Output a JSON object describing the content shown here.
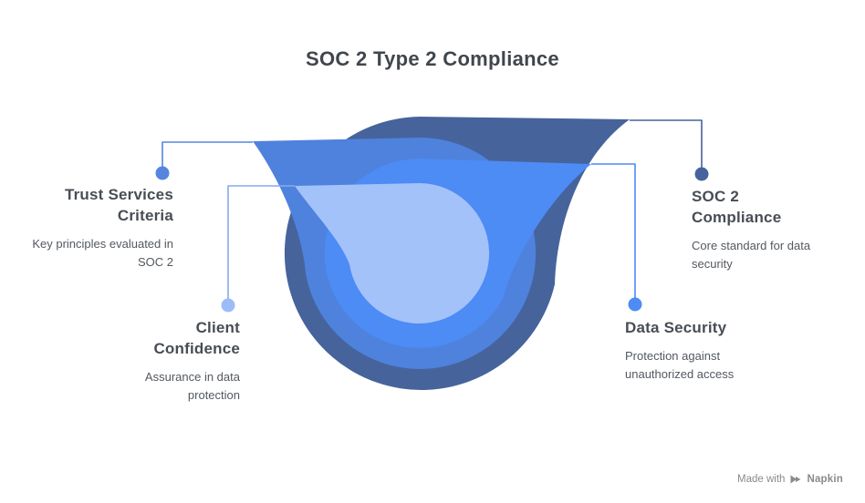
{
  "title": "SOC 2 Type 2 Compliance",
  "colors": {
    "background": "#FFFFFF",
    "title_text": "#41464D",
    "heading_text": "#484D55",
    "body_text": "#53585F",
    "footer_text": "#8A8A8A"
  },
  "layers": [
    {
      "name": "outer",
      "label": "SOC 2 Compliance",
      "color": "#46639C"
    },
    {
      "name": "second",
      "label": "Trust Services Criteria",
      "color": "#4E82DC"
    },
    {
      "name": "third",
      "label": "Data Security",
      "color": "#4D8BF5"
    },
    {
      "name": "inner",
      "label": "Client Confidence",
      "color": "#A3C2FA"
    }
  ],
  "callouts": {
    "trust": {
      "heading": "Trust Services Criteria",
      "body": "Key principles evaluated in SOC 2",
      "line_color": "#5585DE",
      "dot_color": "#5585DE"
    },
    "client": {
      "heading": "Client Confidence",
      "body": "Assurance in data protection",
      "line_color": "#85A9F0",
      "dot_color": "#9CBCF8"
    },
    "soc2": {
      "heading": "SOC 2 Compliance",
      "body": "Core standard for data security",
      "line_color": "#46639C",
      "dot_color": "#46639C"
    },
    "data": {
      "heading": "Data Security",
      "body": "Protection against unauthorized access",
      "line_color": "#4D8BF5",
      "dot_color": "#4D8BF5"
    }
  },
  "footer": {
    "made_with": "Made with",
    "brand": "Napkin"
  }
}
